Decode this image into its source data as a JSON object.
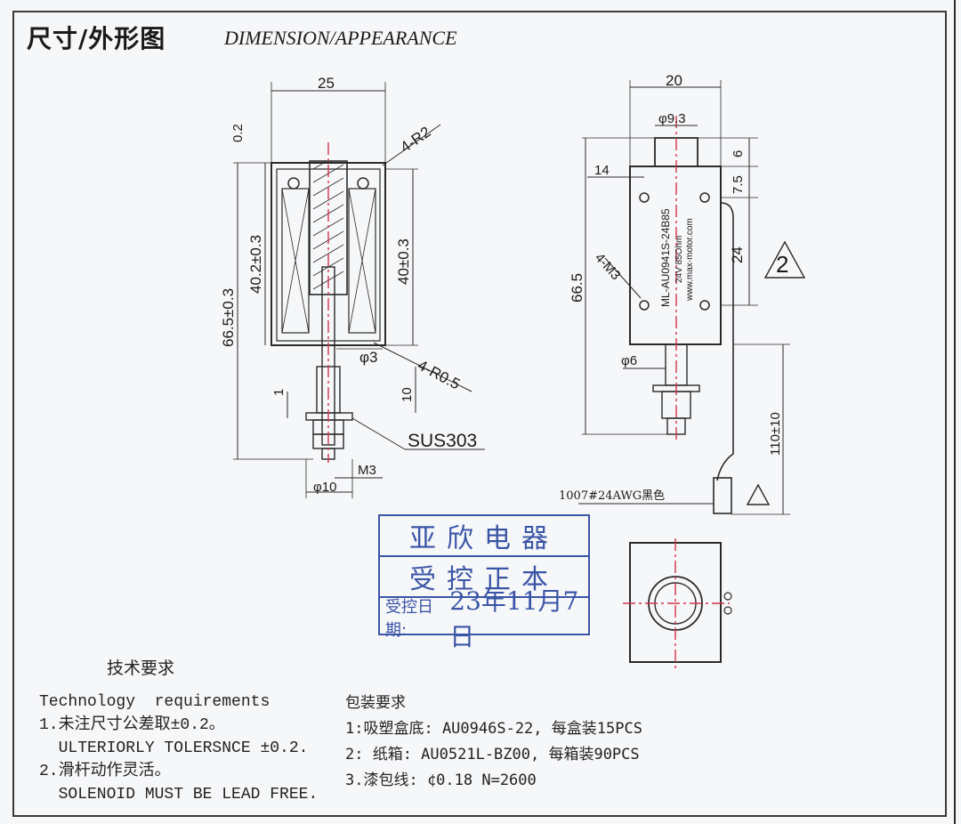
{
  "header": {
    "title_cn": "尺寸/外形图",
    "title_en": "DIMENSION/APPEARANCE"
  },
  "left_view": {
    "dim_width": "25",
    "dim_gap": "0.2",
    "dim_radius_top": "4-R2",
    "dim_height_total": "66.5±0.3",
    "dim_height_coil": "40.2±0.3",
    "dim_height_inner": "40±0.3",
    "dim_shaft_dia": "φ3",
    "dim_radius_bottom": "4-R0.5",
    "dim_gap_small": "1",
    "dim_travel": "10",
    "material": "SUS303",
    "thread": "M3",
    "dim_nut_dia": "φ10"
  },
  "right_view": {
    "dim_width": "20",
    "dim_boss_dia": "φ9.3",
    "dim_boss_h": "6",
    "dim_hole_top": "7.5",
    "dim_hole_x": "14",
    "dim_hole_spacing": "24",
    "dim_height": "66.5",
    "holes": "4-M3",
    "dim_shaft_dia": "φ6",
    "dim_lead": "110±10",
    "label_model": "ML-AU0941S-24B85",
    "label_spec": "24V  85Ohm",
    "label_site": "www.max-motor.com",
    "wire_note": "1007#24AWG黑色",
    "rev_mark": "2"
  },
  "stamp": {
    "line1": "亚欣电器",
    "line2": "受控正本",
    "date_label": "受控日期:",
    "date_value": "23年11月7日"
  },
  "requirements": {
    "title": "技术要求",
    "lines": [
      "Technology  requirements",
      "1.未注尺寸公差取±0.2。",
      "  ULTERIORLY TOLERSNCE ±0.2.",
      "2.滑杆动作灵活。",
      "  SOLENOID MUST BE LEAD FREE."
    ]
  },
  "packaging": {
    "lines": [
      "包装要求",
      "1:吸塑盒底: AU0946S-22, 每盒装15PCS",
      "2: 纸箱: AU0521L-BZ00, 每箱装90PCS",
      "3.漆包线: ¢0.18 N=2600"
    ]
  }
}
